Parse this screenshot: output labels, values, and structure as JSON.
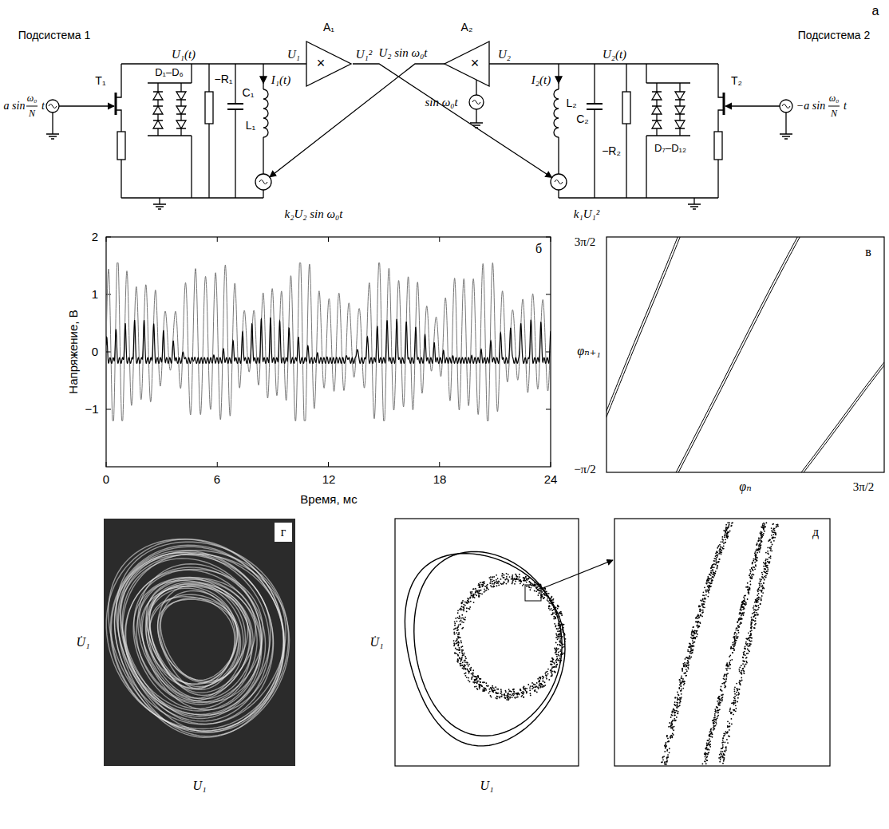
{
  "diagram": {
    "nodes": [
      {
        "text": [
          "A₁",
          "×"
        ]
      },
      {
        "text": [
          "A₂",
          "×"
        ]
      }
    ],
    "labels": [
      "а",
      "Подсистема 1",
      "U₁(t)",
      "T₁",
      "D₁–D₆",
      "−R₁",
      "C₁",
      "I₁(t)",
      "L₁",
      "a sin",
      "ω₀",
      "N",
      "t",
      "k₂U₂ sin ω₀t",
      "U₁",
      "U₁²",
      "U₂ sin ω₀t",
      "sin ω₀t",
      "U₂",
      "U₂(t)",
      "I₂(t)",
      "L₂",
      "C₂",
      "−R₂",
      "D₇–D₁₂",
      "T₂",
      "−a sin",
      "ω₀",
      "N",
      "t",
      "k₁U₁²",
      "Подсистема 2",
      "2",
      "1",
      "0",
      "−1",
      "Напряжение, В",
      "0",
      "6",
      "12",
      "18",
      "24",
      "Время, мс",
      "б",
      "3π/2",
      "φₙ₊₁",
      "−π/2",
      "φₙ",
      "3π/2",
      "в",
      "г",
      "U̇₁",
      "U₁",
      "U̇₁",
      "U₁",
      "д"
    ]
  }
}
